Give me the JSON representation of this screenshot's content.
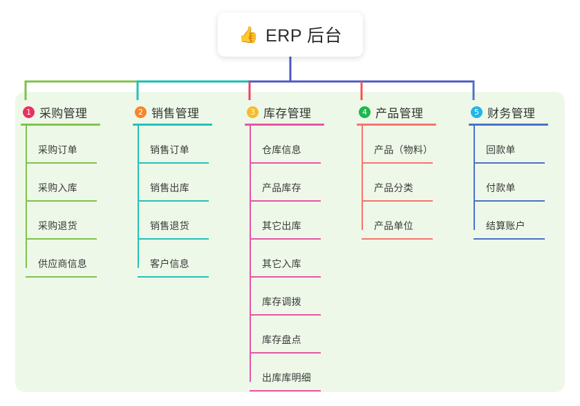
{
  "diagram": {
    "type": "mind-map",
    "root": {
      "emoji": "👍",
      "emoji_name": "thumbs-up-emoji",
      "label": "ERP 后台"
    },
    "canvas": {
      "background": "#ffffff",
      "panel_background": "#eef8e8",
      "trunk_color": "#4b59c3"
    },
    "branches": [
      {
        "index": "1",
        "title": "采购管理",
        "badge_color": "#e8315f",
        "rule_color": "#7ec14a",
        "stub_color": "#7ec14a",
        "bar_color": "#7ec14a",
        "items": [
          {
            "label": "采购订单"
          },
          {
            "label": "采购入库"
          },
          {
            "label": "采购退货"
          },
          {
            "label": "供应商信息"
          }
        ]
      },
      {
        "index": "2",
        "title": "销售管理",
        "badge_color": "#f5862b",
        "rule_color": "#22c1b6",
        "stub_color": "#22c1b6",
        "bar_color": "#13bdb3",
        "items": [
          {
            "label": "销售订单"
          },
          {
            "label": "销售出库"
          },
          {
            "label": "销售退货"
          },
          {
            "label": "客户信息"
          }
        ]
      },
      {
        "index": "3",
        "title": "库存管理",
        "badge_color": "#f6bc2e",
        "rule_color": "#e653a5",
        "stub_color": "#ec3f6e",
        "bar_color": "#4b59c3",
        "items": [
          {
            "label": "仓库信息"
          },
          {
            "label": "产品库存"
          },
          {
            "label": "其它出库"
          },
          {
            "label": "其它入库"
          },
          {
            "label": "库存调拨"
          },
          {
            "label": "库存盘点"
          },
          {
            "label": "出库库明细"
          }
        ]
      },
      {
        "index": "4",
        "title": "产品管理",
        "badge_color": "#1ab94d",
        "rule_color": "#f4736e",
        "stub_color": "#f4554f",
        "bar_color": "#4b59c3",
        "items": [
          {
            "label": "产品（物料）"
          },
          {
            "label": "产品分类"
          },
          {
            "label": "产品单位"
          }
        ]
      },
      {
        "index": "5",
        "title": "财务管理",
        "badge_color": "#22b6e8",
        "rule_color": "#4a6fc9",
        "stub_color": "#5570cb",
        "bar_color": "#4b59c3",
        "items": [
          {
            "label": "回款单"
          },
          {
            "label": "付款单"
          },
          {
            "label": "结算账户"
          }
        ]
      }
    ]
  }
}
